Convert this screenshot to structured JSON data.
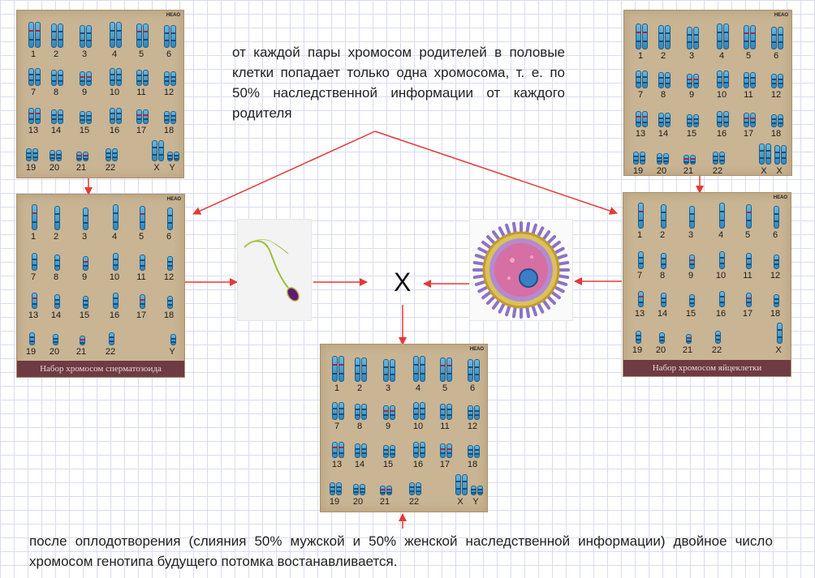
{
  "annotations": {
    "top_text": "от каждой пары хромосом родителей в половые клетки попадает только одна хромосома, т. е. по 50% наследственной информации от каждого родителя",
    "bottom_text": "после оплодотворения (слияния 50% мужской и 50% женской наследственной информации) двойное число хромосом генотипа будущего потомка востанавливается.",
    "fusion_mark": "X"
  },
  "panels": {
    "badge": "НЕАО",
    "male_parent": {
      "labels": [
        "1",
        "2",
        "3",
        "4",
        "5",
        "6",
        "7",
        "8",
        "9",
        "10",
        "11",
        "12",
        "13",
        "14",
        "15",
        "16",
        "17",
        "18",
        "19",
        "20",
        "21",
        "22",
        "X",
        "Y"
      ]
    },
    "female_parent": {
      "labels": [
        "1",
        "2",
        "3",
        "4",
        "5",
        "6",
        "7",
        "8",
        "9",
        "10",
        "11",
        "12",
        "13",
        "14",
        "15",
        "16",
        "17",
        "18",
        "19",
        "20",
        "21",
        "22",
        "X",
        "X"
      ]
    },
    "sperm": {
      "labels": [
        "1",
        "2",
        "3",
        "4",
        "5",
        "6",
        "7",
        "8",
        "9",
        "10",
        "11",
        "12",
        "13",
        "14",
        "15",
        "16",
        "17",
        "18",
        "19",
        "20",
        "21",
        "22",
        "Y"
      ],
      "caption": "Набор хромосом сперматозоида"
    },
    "egg": {
      "labels": [
        "1",
        "2",
        "3",
        "4",
        "5",
        "6",
        "7",
        "8",
        "9",
        "10",
        "11",
        "12",
        "13",
        "14",
        "15",
        "16",
        "17",
        "18",
        "19",
        "20",
        "21",
        "22",
        "X"
      ],
      "caption": "Набор хромосом яйцеклетки"
    },
    "offspring": {
      "labels": [
        "1",
        "2",
        "3",
        "4",
        "5",
        "6",
        "7",
        "8",
        "9",
        "10",
        "11",
        "12",
        "13",
        "14",
        "15",
        "16",
        "17",
        "18",
        "19",
        "20",
        "21",
        "22",
        "X",
        "Y"
      ]
    }
  },
  "images": {
    "sperm_icon": "sperm-cell-icon",
    "egg_icon": "egg-cell-icon"
  },
  "colors": {
    "arrow": "#e53935",
    "panel": "#c9b493",
    "caption_bg": "#6e3a44",
    "chromosome": "#3d95c8"
  }
}
